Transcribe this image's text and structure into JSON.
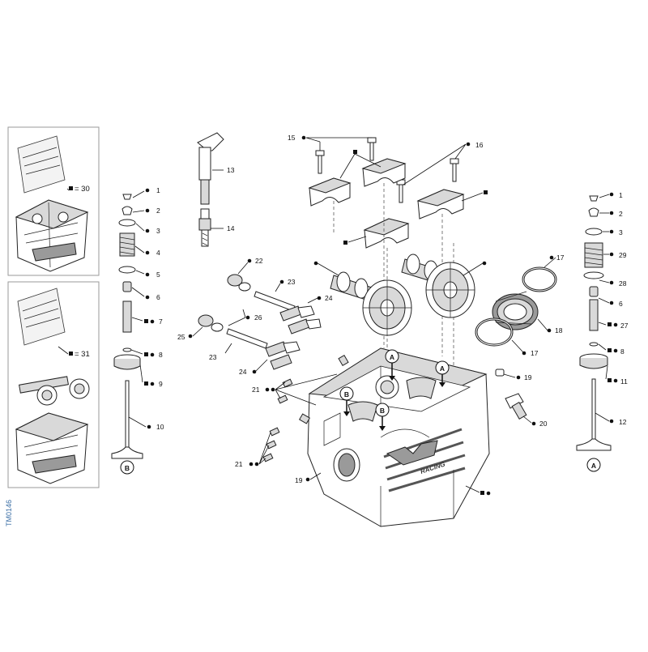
{
  "sidebar_code": "TM0146",
  "kits": [
    {
      "label": "= 30"
    },
    {
      "label": "= 31"
    }
  ],
  "callouts": [
    {
      "id": "c1",
      "text": "1"
    },
    {
      "id": "c2",
      "text": "2"
    },
    {
      "id": "c3",
      "text": "3"
    },
    {
      "id": "c4",
      "text": "4"
    },
    {
      "id": "c5",
      "text": "5"
    },
    {
      "id": "c6",
      "text": "6"
    },
    {
      "id": "c7",
      "text": "7"
    },
    {
      "id": "c8",
      "text": "8"
    },
    {
      "id": "c9",
      "text": "9"
    },
    {
      "id": "c10",
      "text": "10"
    },
    {
      "id": "c13",
      "text": "13"
    },
    {
      "id": "c14",
      "text": "14"
    },
    {
      "id": "c15",
      "text": "15"
    },
    {
      "id": "c16",
      "text": "16"
    },
    {
      "id": "c17a",
      "text": "17"
    },
    {
      "id": "c18",
      "text": "18"
    },
    {
      "id": "c17b",
      "text": "17"
    },
    {
      "id": "c19a",
      "text": "19"
    },
    {
      "id": "c20",
      "text": "20"
    },
    {
      "id": "c22",
      "text": "22"
    },
    {
      "id": "c23a",
      "text": "23"
    },
    {
      "id": "c24a",
      "text": "24"
    },
    {
      "id": "c26",
      "text": "26"
    },
    {
      "id": "c25",
      "text": "25"
    },
    {
      "id": "c23b",
      "text": "23"
    },
    {
      "id": "c24b",
      "text": "24"
    },
    {
      "id": "c21a",
      "text": "21"
    },
    {
      "id": "c21b",
      "text": "21"
    },
    {
      "id": "c19b",
      "text": "19"
    },
    {
      "id": "r1",
      "text": "1"
    },
    {
      "id": "r2",
      "text": "2"
    },
    {
      "id": "r3",
      "text": "3"
    },
    {
      "id": "r29",
      "text": "29"
    },
    {
      "id": "r28",
      "text": "28"
    },
    {
      "id": "r6",
      "text": "6"
    },
    {
      "id": "r27",
      "text": "27"
    },
    {
      "id": "r8",
      "text": "8"
    },
    {
      "id": "r11",
      "text": "11"
    },
    {
      "id": "r12",
      "text": "12"
    }
  ],
  "circle_markers": [
    {
      "id": "mB_left",
      "text": "B"
    },
    {
      "id": "mA_right",
      "text": "A"
    },
    {
      "id": "mA_head1",
      "text": "A"
    },
    {
      "id": "mA_head2",
      "text": "A"
    },
    {
      "id": "mB_head1",
      "text": "B"
    },
    {
      "id": "mB_head2",
      "text": "B"
    }
  ],
  "cylinder_head_text": "RACING"
}
